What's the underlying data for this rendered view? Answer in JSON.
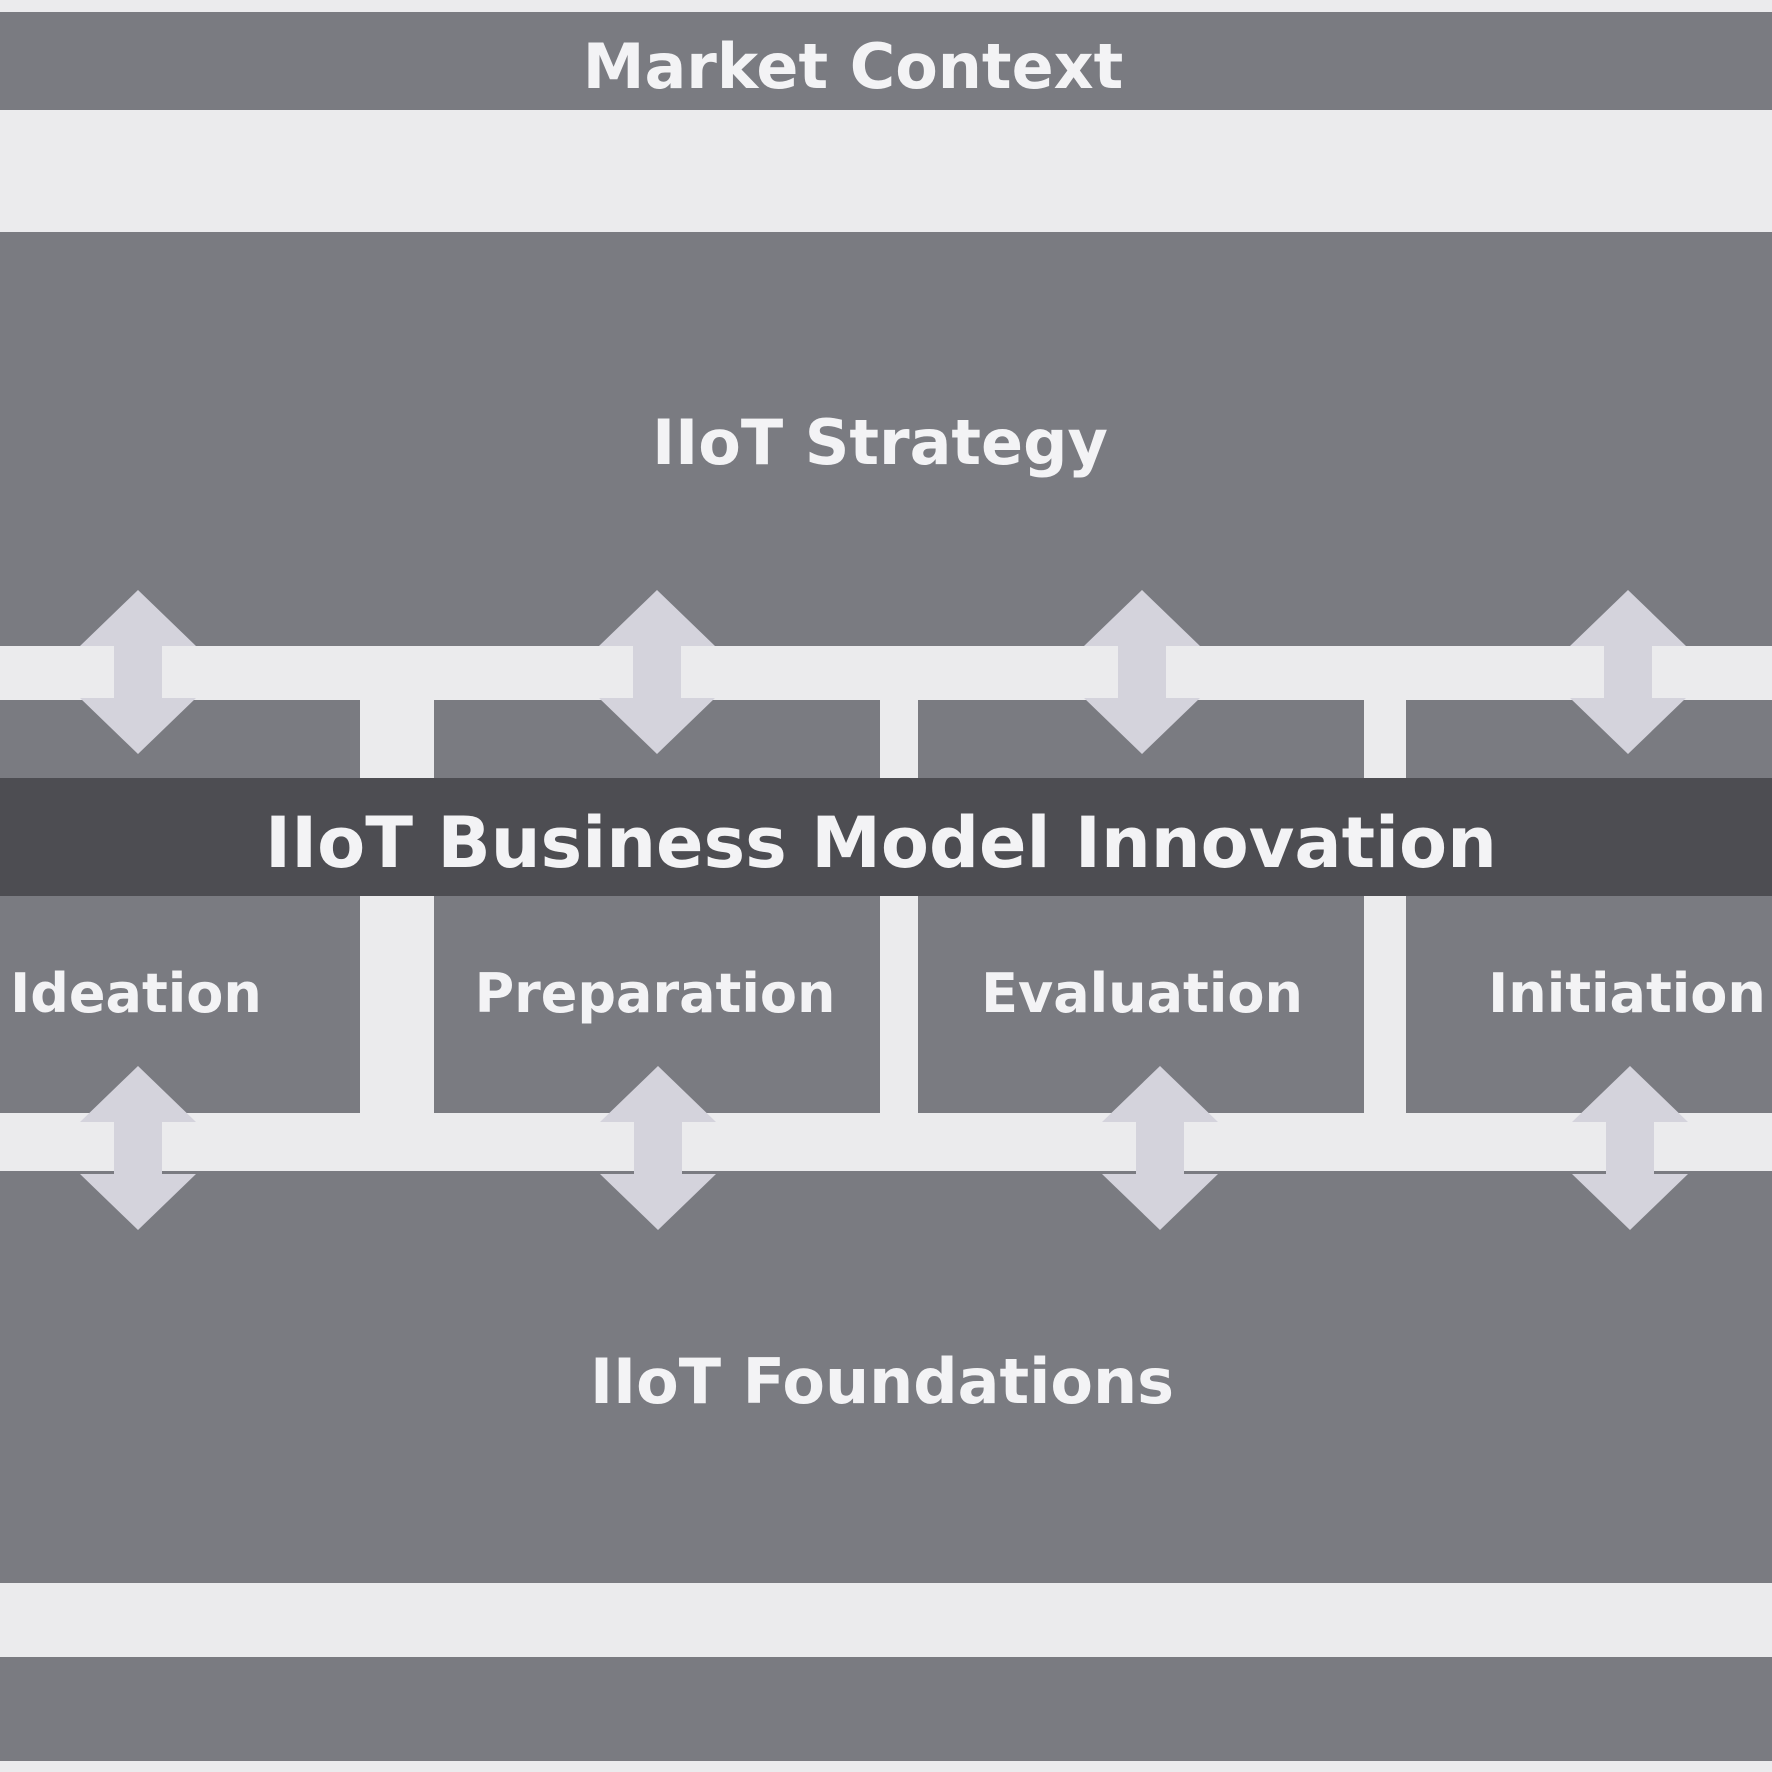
{
  "diagram": {
    "market_context": "Market Context",
    "strategy": "IIoT Strategy",
    "business_model_innovation": "IIoT Business Model Innovation",
    "foundations": "IIoT Foundations",
    "phases": [
      {
        "label": "Ideation"
      },
      {
        "label": "Preparation"
      },
      {
        "label": "Evaluation"
      },
      {
        "label": "Initiation"
      }
    ],
    "arrow_icon": "double-headed-vertical-arrow",
    "colors": {
      "band": "#7a7b81",
      "dark_band": "#4d4d52",
      "background": "#ebebed",
      "arrow": "#d4d3dc",
      "text": "#f3f3f5"
    }
  }
}
